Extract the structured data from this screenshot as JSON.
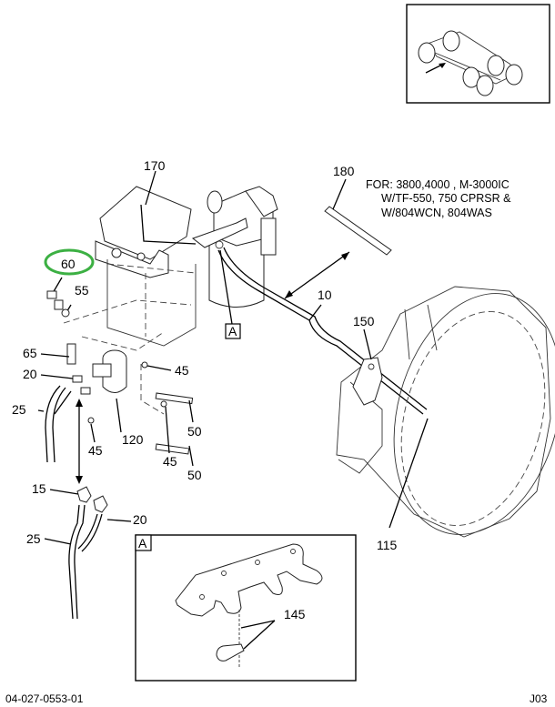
{
  "diagram": {
    "application_note": [
      "FOR: 3800,4000  , M-3000IC",
      "W/TF-550, 750 CPRSR &",
      "W/804WCN, 804WAS"
    ],
    "callouts": {
      "c170": "170",
      "c180": "180",
      "c60": "60",
      "c55": "55",
      "c10": "10",
      "c150": "150",
      "c65": "65",
      "c20a": "20",
      "c45a": "45",
      "c25a": "25",
      "c45b": "45",
      "c120": "120",
      "c50a": "50",
      "c45c": "45",
      "c50b": "50",
      "c15": "15",
      "c20b": "20",
      "c25b": "25",
      "c115": "115",
      "c145": "145"
    },
    "detail_ref_label": "A",
    "detail_box_label": "A",
    "highlighted_callout": "60",
    "highlight_color": "#3cb043"
  },
  "footer": {
    "drawing_number": "04-027-0553-01",
    "sheet_code": "J03"
  }
}
